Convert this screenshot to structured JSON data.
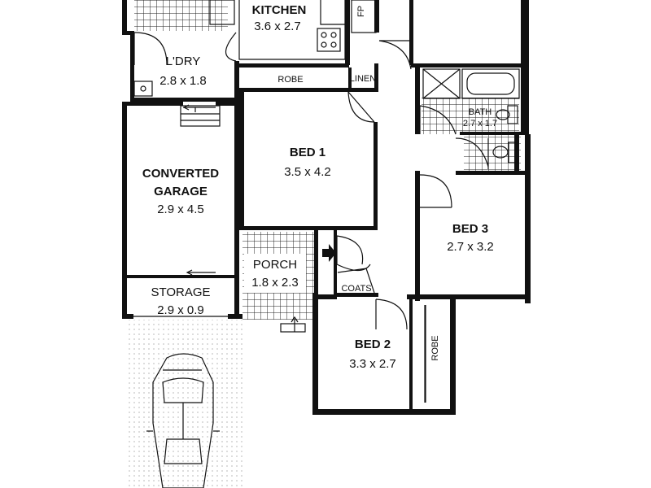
{
  "rooms": {
    "kitchen": {
      "name": "KITCHEN",
      "size": "3.6 x 2.7"
    },
    "laundry": {
      "name": "L'DRY",
      "size": "2.8 x 1.8"
    },
    "robe1": {
      "name": "ROBE"
    },
    "linen": {
      "name": "LINEN"
    },
    "bath": {
      "name": "BATH",
      "size": "2.7 x 1.7"
    },
    "bed1": {
      "name": "BED 1",
      "size": "3.5 x 4.2"
    },
    "garage": {
      "name_line1": "CONVERTED",
      "name_line2": "GARAGE",
      "size": "2.9 x 4.5"
    },
    "bed3": {
      "name": "BED 3",
      "size": "2.7 x 3.2"
    },
    "porch": {
      "name": "PORCH",
      "size": "1.8 x 2.3"
    },
    "coats": {
      "name": "COATS"
    },
    "storage": {
      "name": "STORAGE",
      "size": "2.9 x 0.9"
    },
    "bed2": {
      "name": "BED 2",
      "size": "3.3 x 2.7"
    },
    "robe2": {
      "name": "ROBE"
    },
    "fireplace": {
      "name": "FP"
    }
  },
  "icons": [
    "entry-arrow-icon",
    "car-icon",
    "stove-icon",
    "sink-icon",
    "toilet-icon",
    "bathtub-icon",
    "shower-icon"
  ]
}
